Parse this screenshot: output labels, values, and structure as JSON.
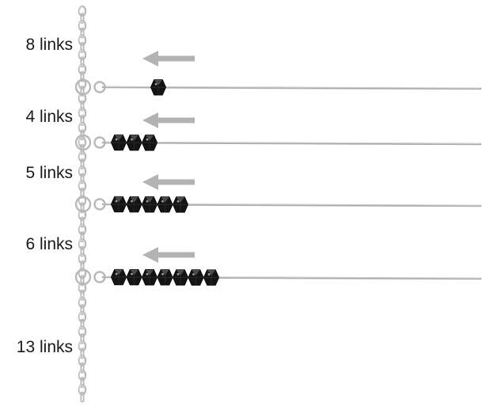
{
  "labels": {
    "segment_1": "8 links",
    "segment_2": "4 links",
    "segment_3": "5 links",
    "segment_4": "6 links",
    "segment_5": "13 links"
  },
  "segments_link_counts": [
    8,
    4,
    5,
    6,
    13
  ],
  "pins": [
    {
      "beads": 1
    },
    {
      "beads": 3
    },
    {
      "beads": 5
    },
    {
      "beads": 7
    }
  ],
  "colors": {
    "chain": "#b8b8b8",
    "chain_highlight": "#e6e6e6",
    "wire": "#a9a9a9",
    "bead": "#141414",
    "bead_facet": "#4a4a4a",
    "arrow": "#b3b3b3",
    "label": "#1a1a1a"
  },
  "icons": {
    "arrow": "left-arrow-icon",
    "bead": "faceted-bead-icon",
    "jump_ring": "jump-ring-icon",
    "chain": "chain-icon"
  }
}
